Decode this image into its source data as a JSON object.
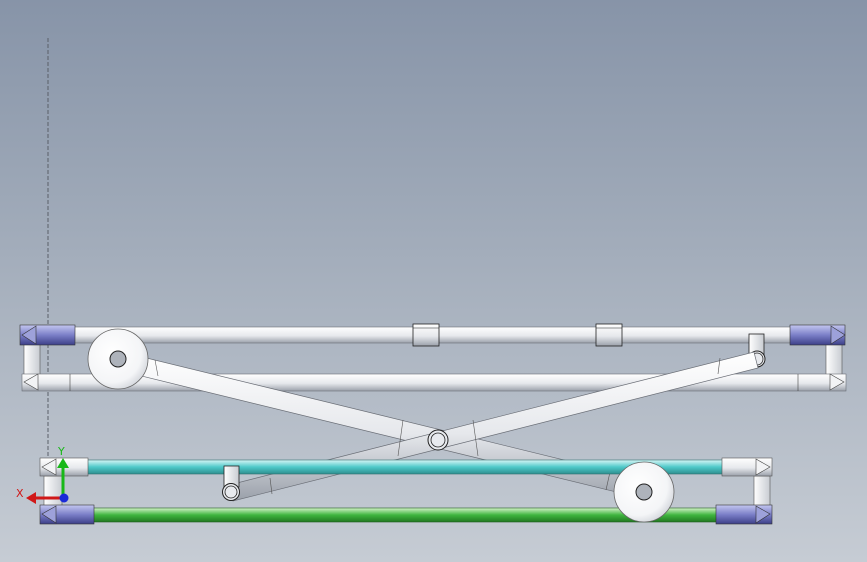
{
  "viewport": {
    "background_top": "#8794a8",
    "background_bottom": "#c6ccd4"
  },
  "triad": {
    "x_label": "X",
    "y_label": "Y",
    "x_color": "#d01818",
    "y_color": "#18b818",
    "z_color": "#1a2ad8"
  },
  "colors": {
    "tube_light": "#ffffff",
    "tube_mid": "#e6e8ec",
    "tube_dark": "#9aa0aa",
    "cyan_tube": "#4ec9c9",
    "green_tube": "#3fb53f",
    "end_cap": "#7b7fc8",
    "outline": "#2a2a2a"
  },
  "icons": [
    "scissor-lift-model",
    "coordinate-triad-icon"
  ]
}
